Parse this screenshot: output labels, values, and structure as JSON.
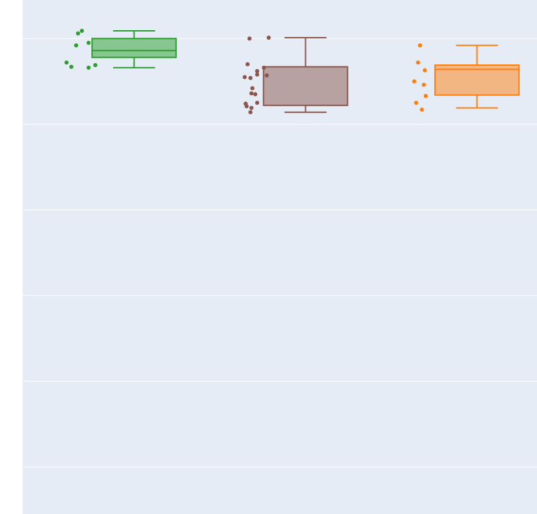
{
  "chart_data": {
    "type": "box",
    "title": "",
    "xlabel": "",
    "ylabel": "",
    "grid": true,
    "legend": "none",
    "plot_background": "#E5ECF6",
    "grid_color": "#FFFFFF",
    "ylim": [
      -4.55,
      1.45
    ],
    "ygrid": [
      -4,
      -3,
      -2,
      -1,
      0,
      1
    ],
    "series": [
      {
        "color": "#2CA02C",
        "box": {
          "lowerfence": 0.66,
          "q1": 0.78,
          "median": 0.86,
          "q3": 1.0,
          "upperfence": 1.09
        },
        "points": [
          [
            -0.24,
            1.09
          ],
          [
            -0.28,
            1.06
          ],
          [
            -0.17,
            0.95
          ],
          [
            -0.3,
            0.92
          ],
          [
            -0.1,
            0.69
          ],
          [
            -0.4,
            0.72
          ],
          [
            -0.35,
            0.67
          ],
          [
            -0.17,
            0.66
          ]
        ]
      },
      {
        "color": "#8C564B",
        "box": {
          "lowerfence": 0.14,
          "q1": 0.22,
          "median": 0.67,
          "q3": 0.67,
          "upperfence": 1.01
        },
        "points": [
          [
            -0.08,
            1.01
          ],
          [
            -0.28,
            1.0
          ],
          [
            -0.3,
            0.7
          ],
          [
            -0.13,
            0.66
          ],
          [
            -0.2,
            0.62
          ],
          [
            -0.2,
            0.58
          ],
          [
            -0.1,
            0.57
          ],
          [
            -0.33,
            0.55
          ],
          [
            -0.27,
            0.54
          ],
          [
            -0.25,
            0.42
          ],
          [
            -0.26,
            0.36
          ],
          [
            -0.22,
            0.35
          ],
          [
            -0.2,
            0.25
          ],
          [
            -0.32,
            0.24
          ],
          [
            -0.31,
            0.21
          ],
          [
            -0.26,
            0.19
          ],
          [
            -0.27,
            0.14
          ]
        ]
      },
      {
        "color": "#FF7F0E",
        "box": {
          "lowerfence": 0.19,
          "q1": 0.34,
          "median": 0.64,
          "q3": 0.69,
          "upperfence": 0.92
        },
        "points": [
          [
            -0.29,
            0.92
          ],
          [
            -0.31,
            0.72
          ],
          [
            -0.24,
            0.63
          ],
          [
            -0.35,
            0.5
          ],
          [
            -0.25,
            0.46
          ],
          [
            -0.23,
            0.33
          ],
          [
            -0.33,
            0.25
          ],
          [
            -0.27,
            0.17
          ]
        ]
      }
    ]
  }
}
